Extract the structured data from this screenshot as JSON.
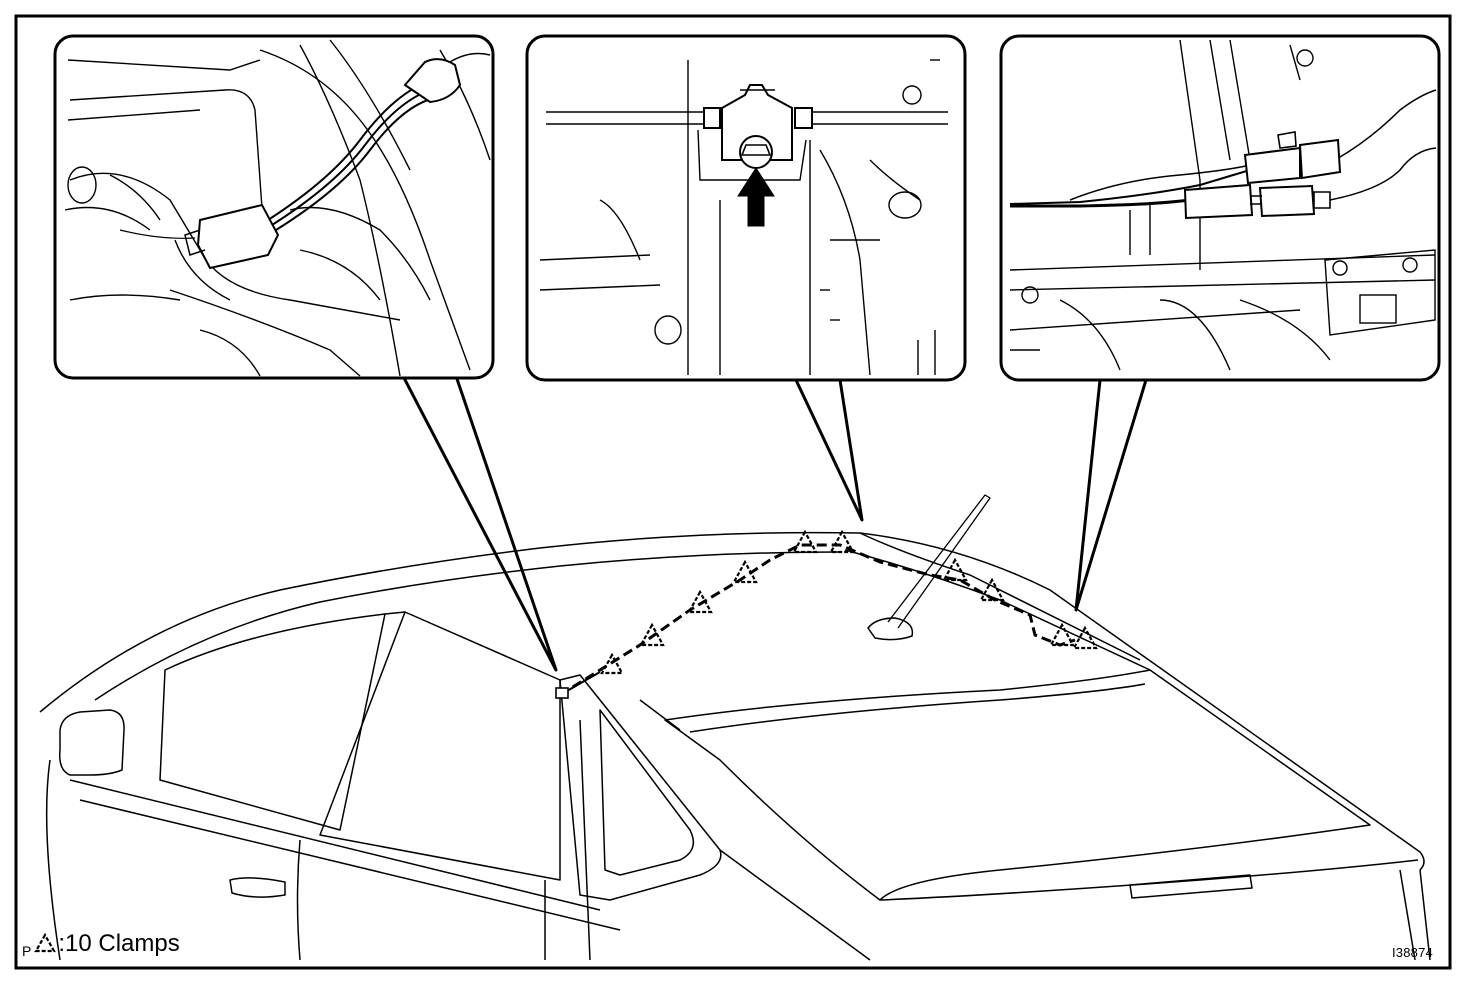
{
  "diagram": {
    "legend_prefix": "P",
    "legend_text": ":10 Clamps",
    "legend_icon": "clamp-triangle-icon",
    "figure_id": "I38874"
  },
  "callouts": [
    {
      "name": "callout-connector-left",
      "content": "connector-plug"
    },
    {
      "name": "callout-clamp-bolt",
      "content": "clamp-with-arrow"
    },
    {
      "name": "callout-connector-right",
      "content": "double-connector"
    }
  ],
  "colors": {
    "line": "#000000",
    "background": "#ffffff"
  }
}
